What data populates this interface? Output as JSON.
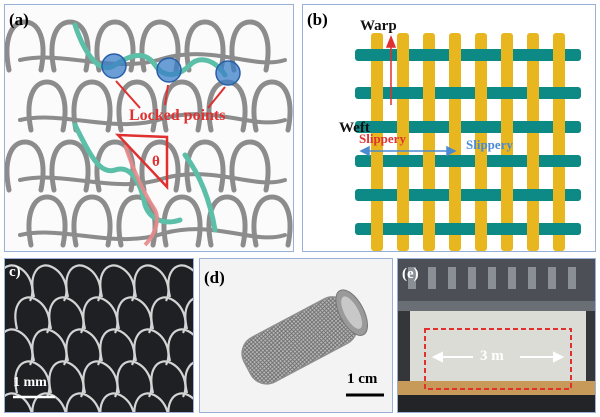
{
  "panels": {
    "a": {
      "label": "(a)",
      "locked_points": "Locked points",
      "angle": "θ"
    },
    "b": {
      "label": "(b)",
      "warp": "Warp",
      "weft": "Weft",
      "slippery_vertical": "Slippery",
      "slippery_horizontal": "Slippery"
    },
    "c": {
      "label": "c)",
      "scale": "1 mm"
    },
    "d": {
      "label": "(d)",
      "scale": "1 cm"
    },
    "e": {
      "label": "(e)",
      "width": "3 m"
    }
  },
  "colors": {
    "teal": "#0e8a86",
    "gold": "#e8b61e",
    "gray_yarn": "#8a8a8a",
    "green_yarn": "#5cbfa8",
    "red": "#e03030",
    "blue_point": "#3a7fc8",
    "slippery_blue": "#4a8ad0"
  }
}
